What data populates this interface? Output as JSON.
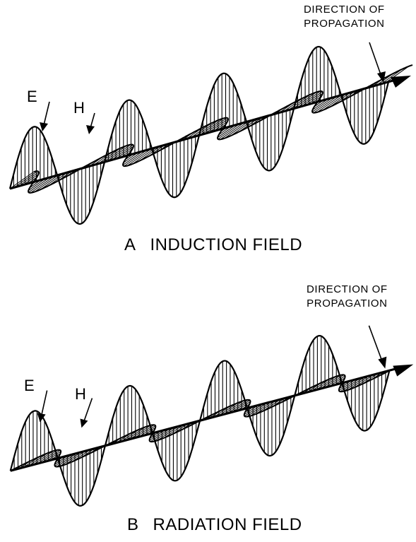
{
  "panel_a": {
    "direction_line1": "DIRECTION OF",
    "direction_line2": "PROPAGATION",
    "e_label": "E",
    "h_label": "H",
    "caption_letter": "A",
    "caption_text": "INDUCTION FIELD"
  },
  "panel_b": {
    "direction_line1": "DIRECTION OF",
    "direction_line2": "PROPAGATION",
    "e_label": "E",
    "h_label": "H",
    "caption_letter": "B",
    "caption_text": "RADIATION FIELD"
  },
  "colors": {
    "ink": "#000000",
    "background": "#ffffff"
  }
}
